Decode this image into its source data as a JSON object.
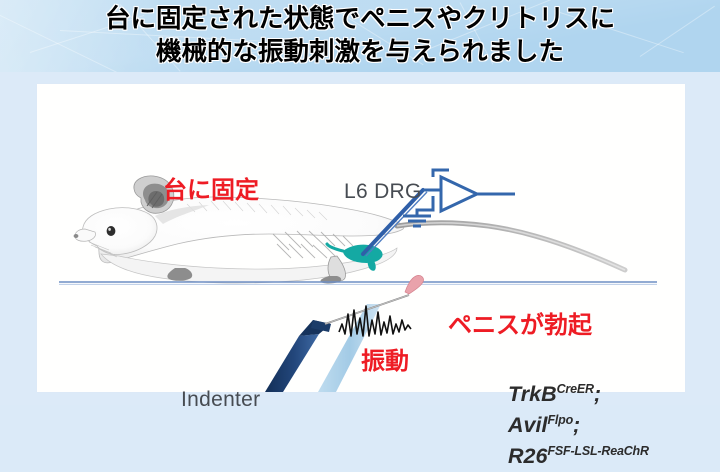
{
  "slide": {
    "background_color": "#dceaf8",
    "panel_color": "#ffffff",
    "header": {
      "band_color": "#b0d5ef",
      "title_line_1": "台に固定された状態でペニスやクリトリスに",
      "title_line_2": "機械的な振動刺激を与えられました",
      "text_color": "#000000"
    }
  },
  "figure": {
    "accent_red": "#ee1c24",
    "accent_blue": "#3f6fb5",
    "accent_navy": "#1f3f6e",
    "accent_lightblue": "#a8cfe8",
    "accent_teal": "#15a8a8",
    "labels": {
      "fixed_to_platform": "台に固定",
      "drg": "L6 DRG",
      "erection": "ペニスが勃起",
      "vibration": "振動",
      "indenter": "Indenter"
    },
    "genotype": {
      "line_1_gene": "TrkB",
      "line_1_allele": "CreER",
      "line_1_sep": ";",
      "line_2_gene": "Avil",
      "line_2_allele": "Flpo",
      "line_2_sep": ";",
      "line_3_gene": "R26",
      "line_3_allele": "FSF-LSL-ReaChR"
    },
    "elements": {
      "mouse": "mouse-sketch",
      "platform_line": "platform-line",
      "electrode": "recording-electrode",
      "amplifier": "amplifier-symbol",
      "ground": "ground-symbol",
      "drg_ganglion": "drg-ganglion",
      "indenter_arm": "indenter-arm",
      "support_post": "support-post",
      "vibration_trace": "vibration-waveform",
      "probe_needle": "probe-needle",
      "penis": "penis-organ"
    }
  }
}
